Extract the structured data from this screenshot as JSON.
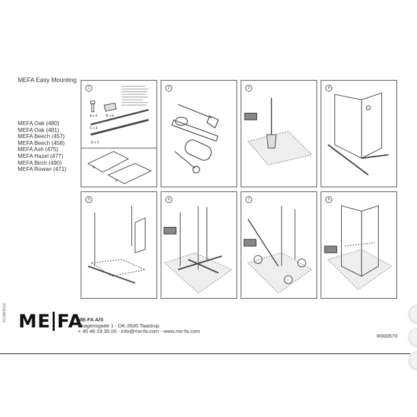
{
  "document": {
    "title": "MEFA Easy Mounting",
    "models": [
      "MEFA Oak (480)",
      "MEFA Oak (481)",
      "MEFA Beech (457)",
      "MEFA Beech (458)",
      "MEFA Ash (475)",
      "MEFA Hazel (477)",
      "MEFA Birch (490)",
      "MEFA Rowan (471)"
    ],
    "steps": [
      {
        "number": "1",
        "parts": [
          "A x 4",
          "B x 4",
          "C x 4",
          "D x 2",
          "E",
          "F"
        ]
      },
      {
        "number": "2"
      },
      {
        "number": "3"
      },
      {
        "number": "4"
      },
      {
        "number": "5"
      },
      {
        "number": "6"
      },
      {
        "number": "7"
      },
      {
        "number": "8"
      }
    ],
    "version": "V1-06/2012",
    "logo": {
      "left": "ME",
      "right": "FA"
    },
    "company": {
      "name": "ME-FA A/S",
      "address": "Skagensgade 1 - DK-2630 Taastrup",
      "contact": "+ 45 46 19 35 00 - info@me-fa.com - www.me-fa.com"
    },
    "reference": "R000570"
  }
}
